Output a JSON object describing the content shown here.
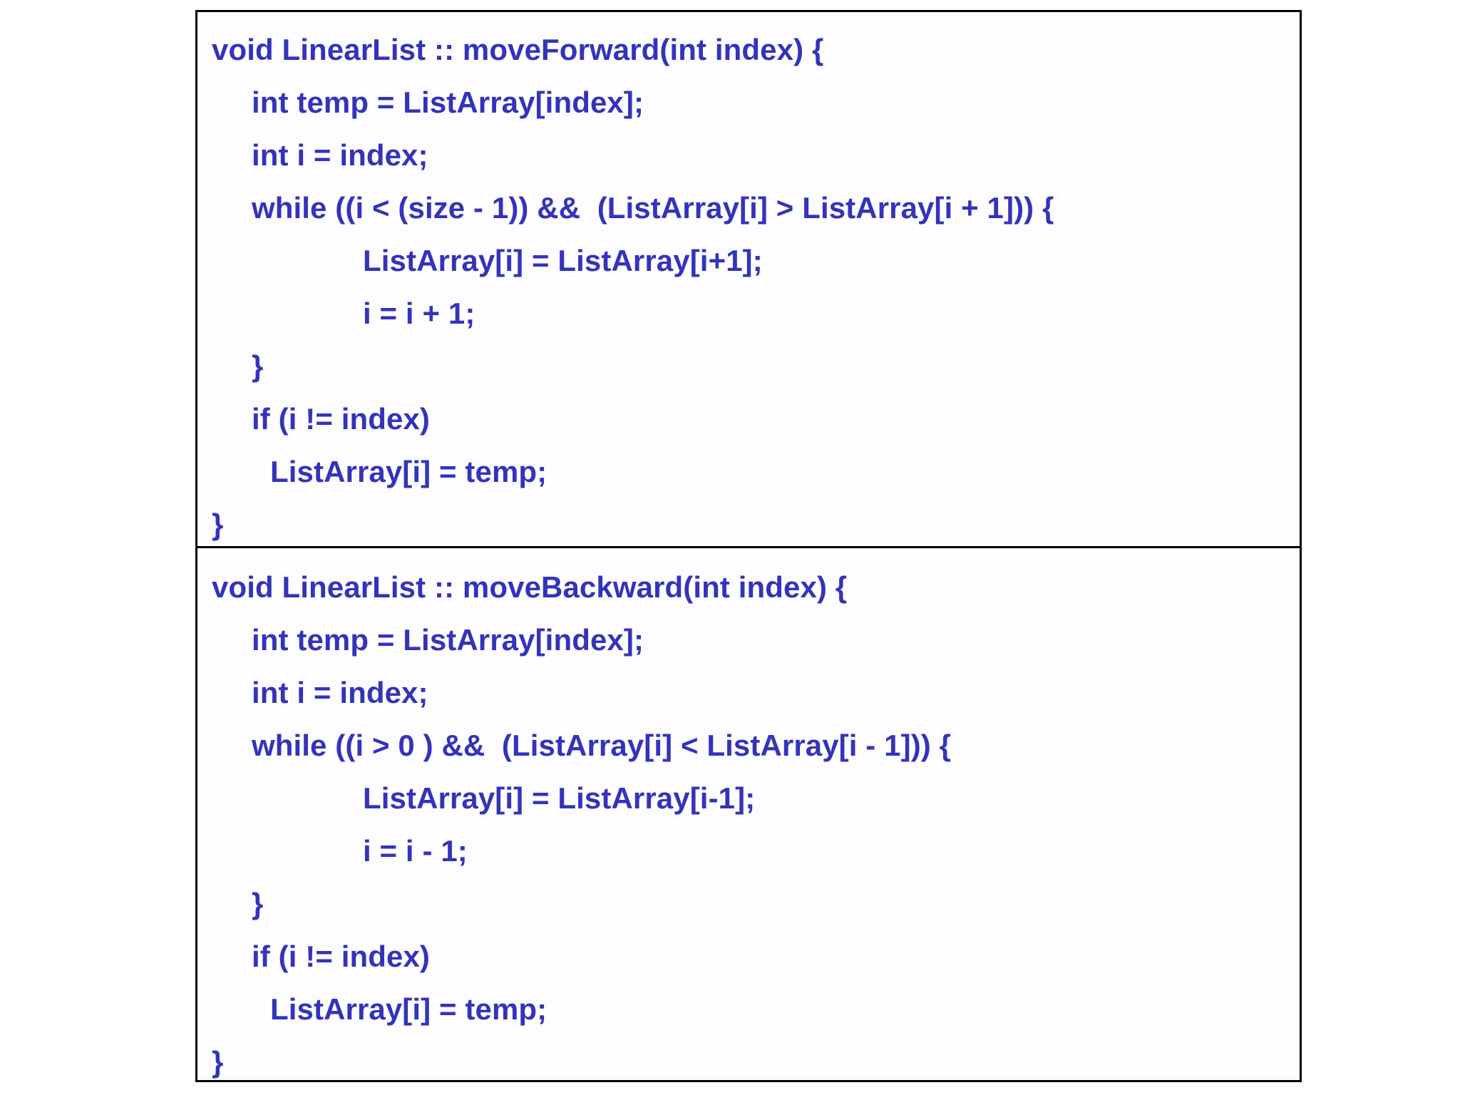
{
  "theme": {
    "code_color": "#3333bb",
    "border_color": "#000000",
    "background_color": "#ffffff",
    "panel_background": "#fdfdff"
  },
  "panels": [
    {
      "name": "moveForward",
      "lines": [
        {
          "text": "void LinearList :: moveForward(int index) {",
          "indent": 0
        },
        {
          "text": "int temp = ListArray[index];",
          "indent": 1
        },
        {
          "text": "int i = index;",
          "indent": 1
        },
        {
          "text": "while ((i < (size - 1)) &&  (ListArray[i] > ListArray[i + 1])) {",
          "indent": 1
        },
        {
          "text": "ListArray[i] = ListArray[i+1];",
          "indent": 3
        },
        {
          "text": "i = i + 1;",
          "indent": 3
        },
        {
          "text": "}",
          "indent": 1
        },
        {
          "text": "if (i != index)",
          "indent": 1
        },
        {
          "text": "ListArray[i] = temp;",
          "indent": 2
        },
        {
          "text": "}",
          "indent": 0
        }
      ]
    },
    {
      "name": "moveBackward",
      "lines": [
        {
          "text": "void LinearList :: moveBackward(int index) {",
          "indent": 0
        },
        {
          "text": "int temp = ListArray[index];",
          "indent": 1
        },
        {
          "text": "int i = index;",
          "indent": 1
        },
        {
          "text": "while ((i > 0 ) &&  (ListArray[i] < ListArray[i - 1])) {",
          "indent": 1
        },
        {
          "text": "ListArray[i] = ListArray[i-1];",
          "indent": 3
        },
        {
          "text": "i = i - 1;",
          "indent": 3
        },
        {
          "text": "}",
          "indent": 1
        },
        {
          "text": "if (i != index)",
          "indent": 1
        },
        {
          "text": "ListArray[i] = temp;",
          "indent": 2
        },
        {
          "text": "}",
          "indent": 0
        }
      ]
    }
  ]
}
